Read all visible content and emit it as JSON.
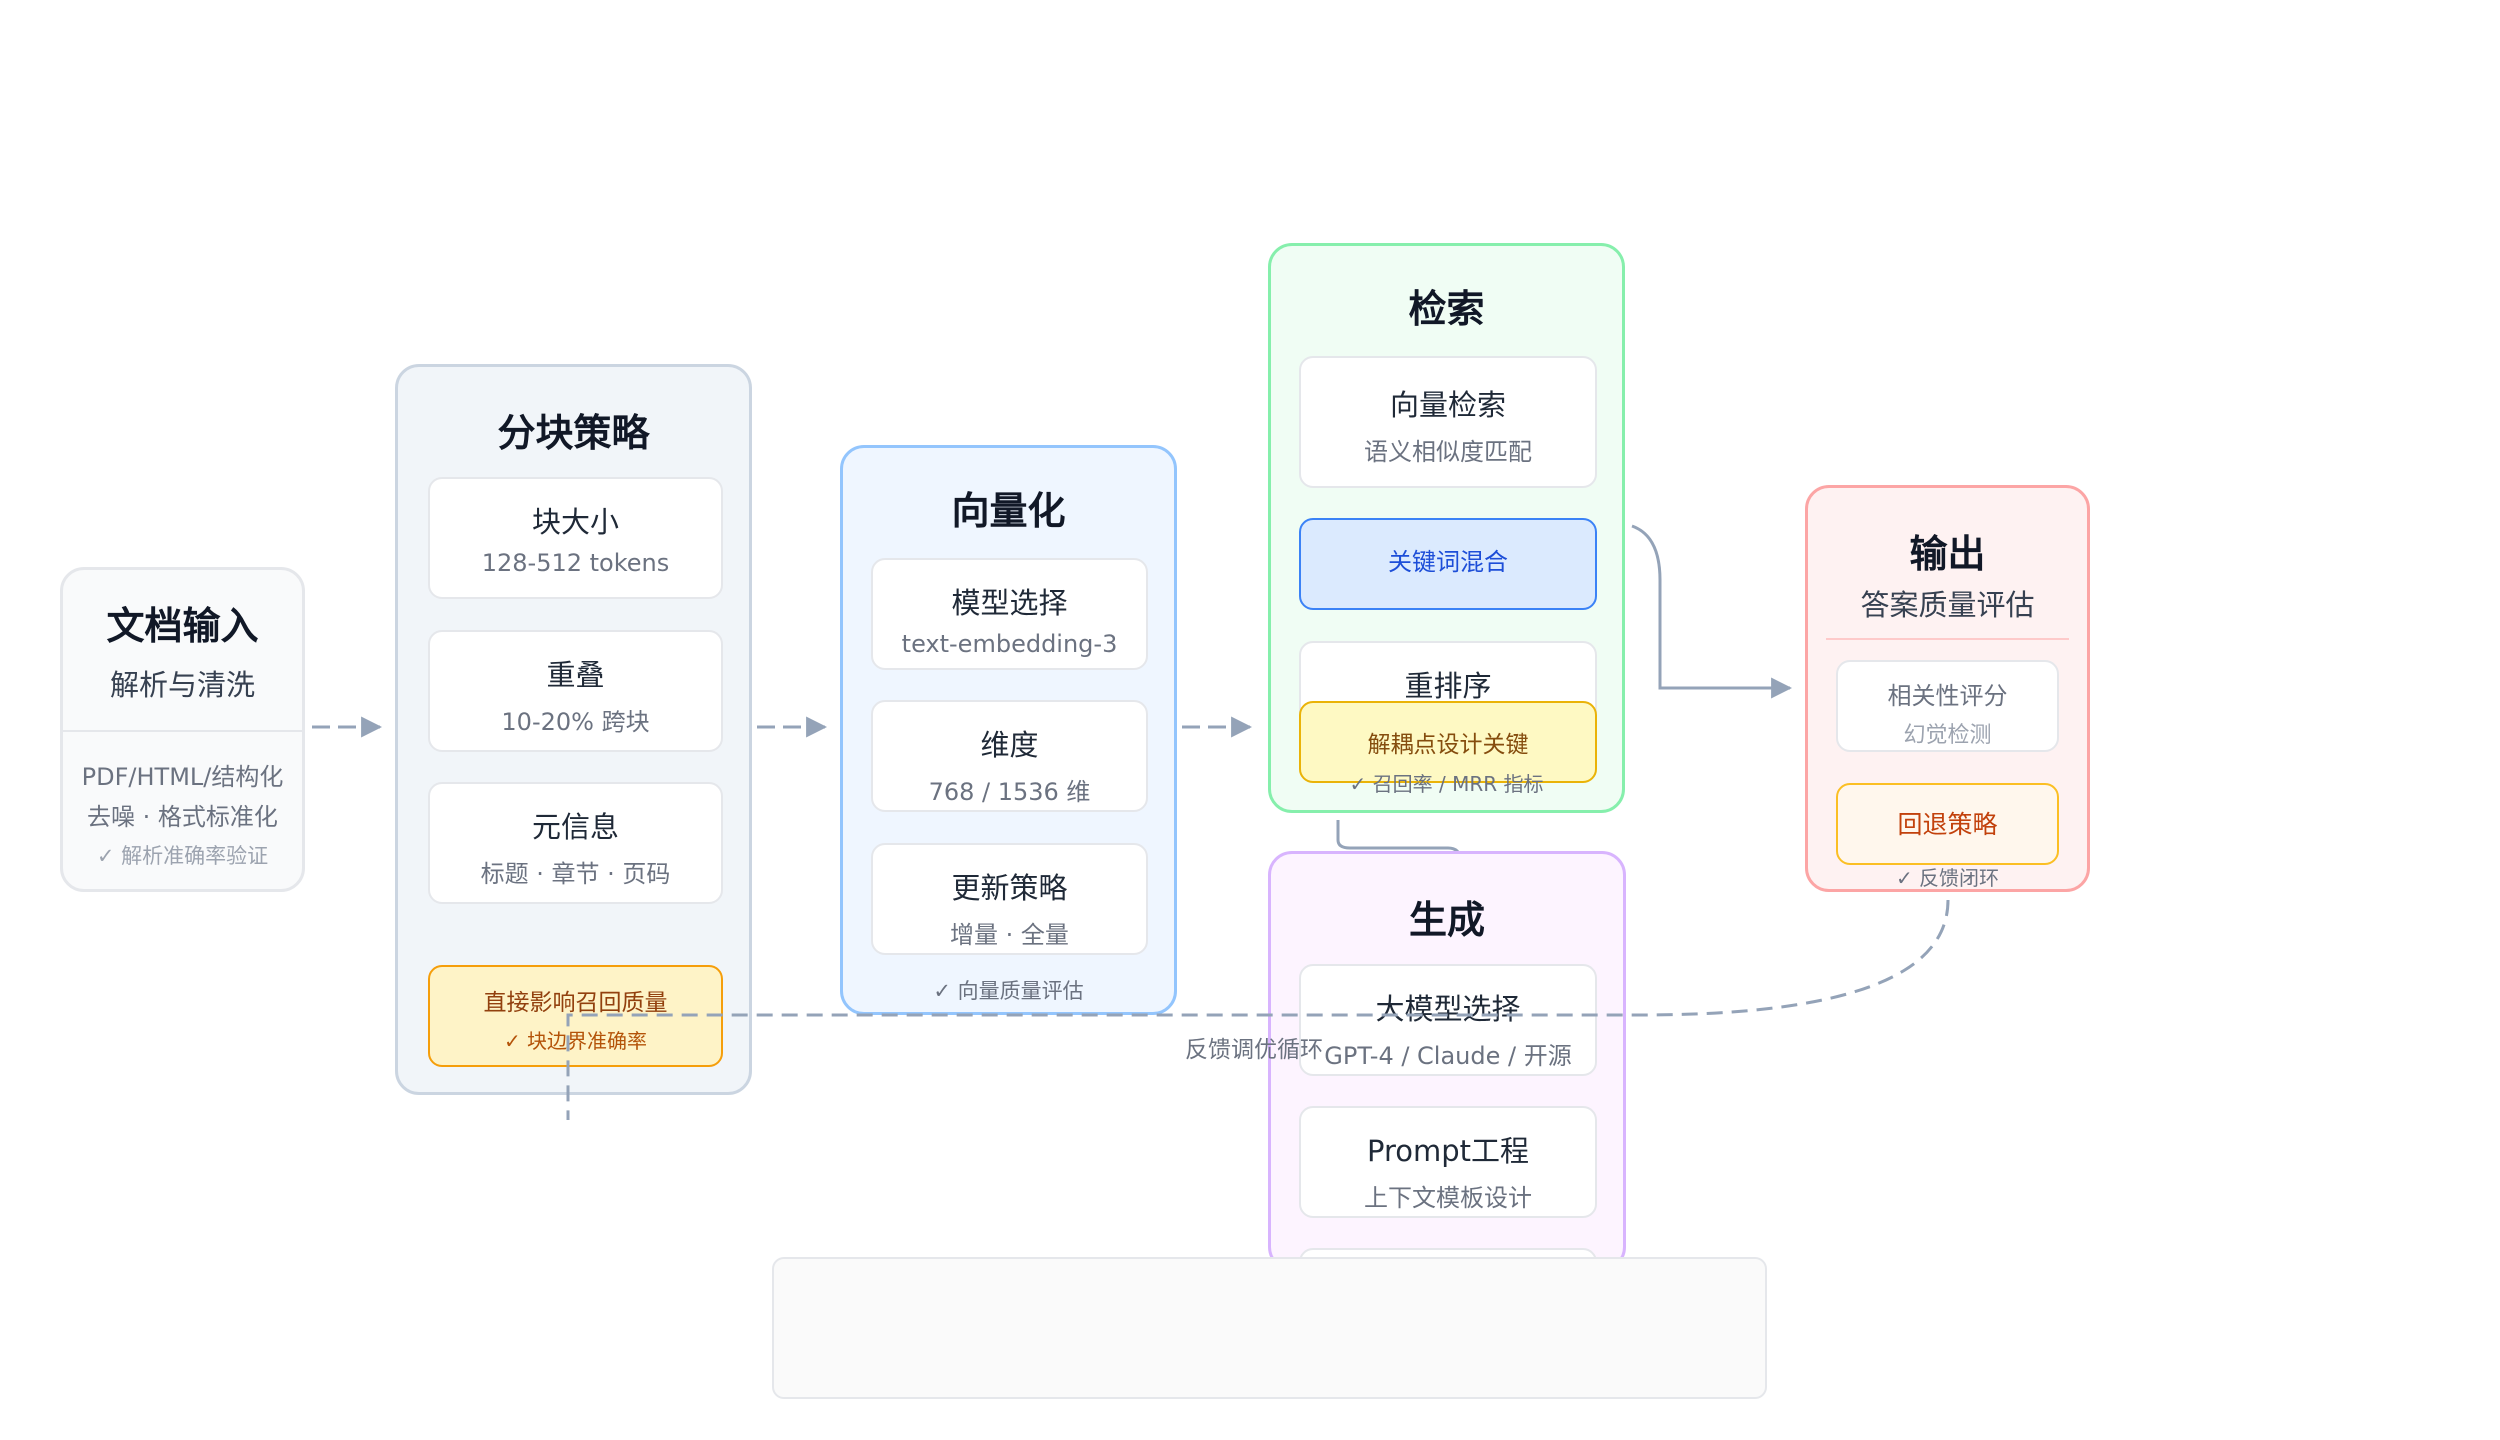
{
  "colors": {
    "arrow": "#94a3b8",
    "input_border": "#e5e7eb",
    "chunk_bg": "#f1f5f9",
    "vector_border": "#93c5fd",
    "retrieval_border": "#86efac",
    "generation_border": "#d8b4fe",
    "output_border": "#fca5a5",
    "highlight_bg": "#fef3c7",
    "highlight_border": "#f59e0b"
  },
  "input": {
    "title": "文档输入",
    "subtitle": "解析与清洗",
    "line1": "PDF/HTML/结构化",
    "line2": "去噪 · 格式标准化",
    "check": "✓ 解析准确率验证"
  },
  "chunking": {
    "title": "分块策略",
    "cards": [
      {
        "title": "块大小",
        "sub": "128-512 tokens"
      },
      {
        "title": "重叠",
        "sub": "10-20% 跨块"
      },
      {
        "title": "元信息",
        "sub": "标题 · 章节 · 页码"
      }
    ],
    "highlight": {
      "title": "直接影响召回质量",
      "sub": "✓ 块边界准确率"
    }
  },
  "vectorize": {
    "title": "向量化",
    "cards": [
      {
        "title": "模型选择",
        "sub": "text-embedding-3"
      },
      {
        "title": "维度",
        "sub": "768 / 1536 维"
      },
      {
        "title": "更新策略",
        "sub": "增量 · 全量"
      }
    ],
    "check": "✓ 向量质量评估"
  },
  "retrieval": {
    "title": "检索",
    "card1": {
      "title": "向量检索",
      "sub": "语义相似度匹配"
    },
    "hybrid": "关键词混合",
    "rerank": "重排序",
    "highlight": "解耦点设计关键",
    "check": "✓ 召回率 / MRR 指标"
  },
  "generation": {
    "title": "生成",
    "cards": [
      {
        "title": "大模型选择",
        "sub": "GPT-4 / Claude / 开源"
      },
      {
        "title": "Prompt工程",
        "sub": "上下文模板设计"
      }
    ]
  },
  "output": {
    "title": "输出",
    "subtitle": "答案质量评估",
    "card": {
      "title": "相关性评分",
      "sub": "幻觉检测"
    },
    "fallback": "回退策略",
    "check": "✓ 反馈闭环"
  },
  "feedback_label": "反馈调优循环"
}
